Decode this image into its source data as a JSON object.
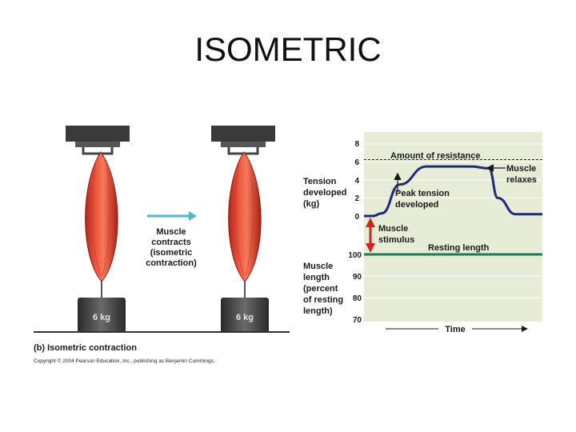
{
  "slide": {
    "title": "ISOMETRIC"
  },
  "left_panel": {
    "arrow_text": [
      "Muscle",
      "contracts",
      "(isometric",
      "contraction)"
    ],
    "weight_left": "6 kg",
    "weight_right": "6 kg",
    "caption": "(b) Isometric contraction",
    "copyright": "Copyright © 2004 Pearson Education, Inc., publishing as Benjamin Cummings."
  },
  "tension_axis": {
    "label": [
      "Tension",
      "developed",
      "(kg)"
    ],
    "ticks": [
      "8",
      "6",
      "4",
      "2",
      "0"
    ]
  },
  "length_axis": {
    "label": [
      "Muscle",
      "length",
      "(percent",
      "of resting",
      "length)"
    ],
    "ticks": [
      "100",
      "90",
      "80",
      "70"
    ]
  },
  "annotations": {
    "resistance": "Amount of resistance",
    "relaxes": [
      "Muscle",
      "relaxes"
    ],
    "peak": [
      "Peak tension",
      "developed"
    ],
    "stimulus": [
      "Muscle",
      "stimulus"
    ],
    "resting": "Resting length",
    "time": "Time"
  },
  "chart_data": {
    "type": "line",
    "tension_ylim": [
      0,
      8
    ],
    "resistance_level": 6,
    "tension_curve": {
      "x": [
        0,
        0.05,
        0.1,
        0.2,
        0.35,
        0.5,
        0.6,
        0.7,
        0.75,
        0.85,
        1.0
      ],
      "y": [
        0,
        0,
        0.3,
        3.5,
        5.5,
        5.5,
        5.5,
        5.3,
        2.0,
        0.2,
        0.2
      ]
    },
    "length_ylim": [
      70,
      100
    ],
    "length_curve": {
      "x": [
        0,
        1
      ],
      "y": [
        100,
        100
      ]
    },
    "colors": {
      "tension": "#1f2a7a",
      "length": "#1b7a57",
      "stimulus": "#d32020",
      "plot_bg": "#e6ecd5",
      "muscle": "#e0452e",
      "arrow": "#4fb8cc"
    }
  }
}
